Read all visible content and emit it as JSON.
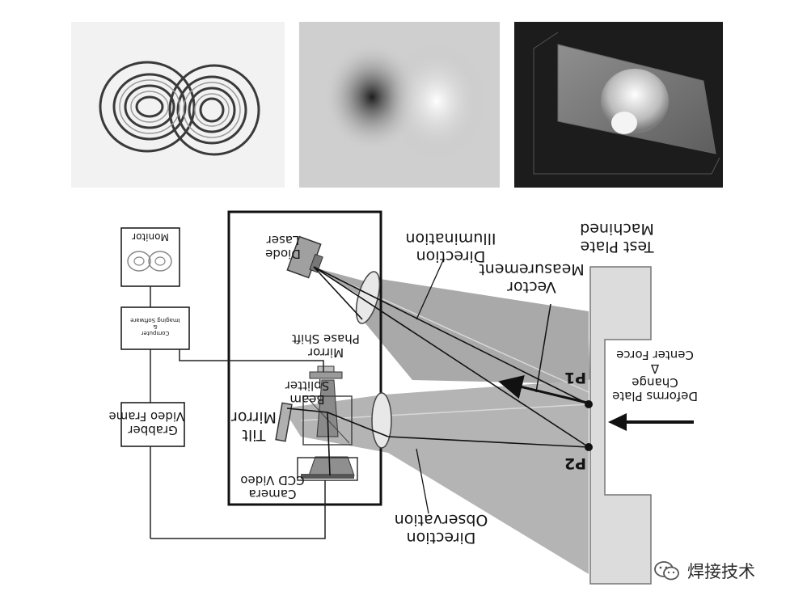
{
  "labels": {
    "test_plate_line1": "Test Plate",
    "test_plate_line2": "Machined",
    "illumination_line1": "Direction",
    "illumination_line2": "Illumination",
    "measurement_line1": "Vector",
    "measurement_line2": "Measurement",
    "laser_line1": "Diode",
    "laser_line2": "Laser",
    "monitor": "Monitor",
    "computer_line1": "Computer",
    "computer_line2": "&",
    "computer_line3": "Imaging Software",
    "mirror_line1": "Mirror",
    "mirror_line2": "Phase Shift",
    "beam_line1": "Beam",
    "beam_line2": "Splitter",
    "tilt_line1": "Tilt",
    "tilt_line2": "Mirror",
    "video_frame_line1": "Grabber",
    "video_frame_line2": "Video Frame",
    "camera_line1": "Camera",
    "camera_line2": "CCD Video",
    "observation_line1": "Direction",
    "observation_line2": "Observation",
    "p1": "P1",
    "p2": "P2",
    "deform_line1": "Deforms Plate",
    "deform_line2": "Change",
    "deform_line3": "Δ",
    "deform_line4": "Center Force"
  },
  "watermark": {
    "text": "焊接技术",
    "icon": "wechat-icon"
  },
  "colors": {
    "beam": "#a9a9a9",
    "plate": "#dcdcdc",
    "line": "#111111"
  }
}
